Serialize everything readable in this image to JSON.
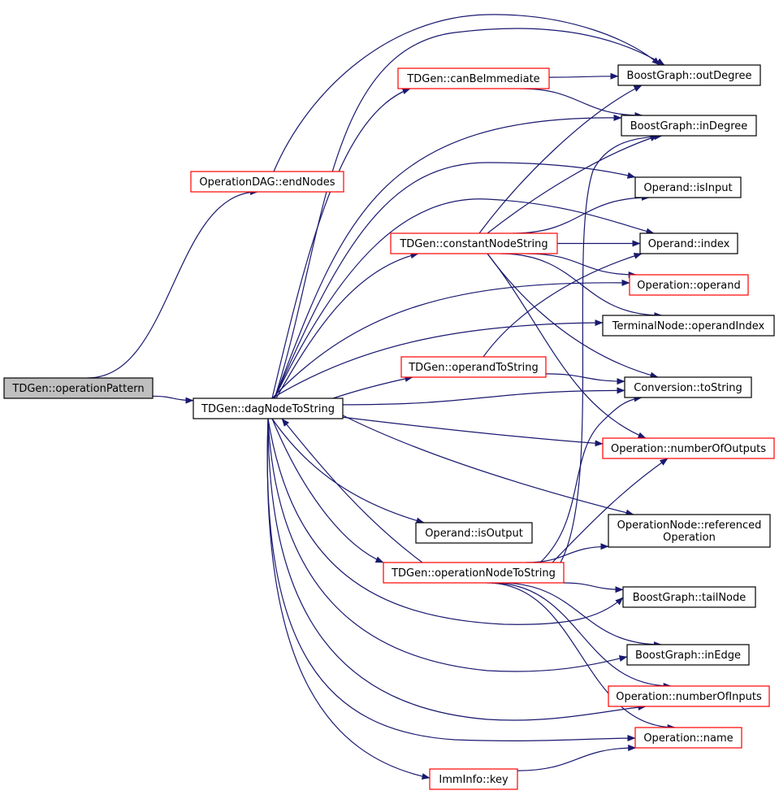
{
  "graph": {
    "colors": {
      "edge": "#191970",
      "root_fill": "#bfbfbf",
      "border_red": "#ff0000",
      "border_black": "#000000"
    },
    "nodes": [
      {
        "id": "operationPattern",
        "label": [
          "TDGen::operationPattern"
        ],
        "style": "root"
      },
      {
        "id": "endNodes",
        "label": [
          "OperationDAG::endNodes"
        ],
        "style": "red"
      },
      {
        "id": "dagNodeToString",
        "label": [
          "TDGen::dagNodeToString"
        ],
        "style": "black"
      },
      {
        "id": "canBeImmediate",
        "label": [
          "TDGen::canBeImmediate"
        ],
        "style": "red"
      },
      {
        "id": "outDegree",
        "label": [
          "BoostGraph::outDegree"
        ],
        "style": "black"
      },
      {
        "id": "inDegree",
        "label": [
          "BoostGraph::inDegree"
        ],
        "style": "black"
      },
      {
        "id": "isInput",
        "label": [
          "Operand::isInput"
        ],
        "style": "black"
      },
      {
        "id": "constantNodeString",
        "label": [
          "TDGen::constantNodeString"
        ],
        "style": "red"
      },
      {
        "id": "index",
        "label": [
          "Operand::index"
        ],
        "style": "black"
      },
      {
        "id": "operand",
        "label": [
          "Operation::operand"
        ],
        "style": "red"
      },
      {
        "id": "operandIndex",
        "label": [
          "TerminalNode::operandIndex"
        ],
        "style": "black"
      },
      {
        "id": "operandToString",
        "label": [
          "TDGen::operandToString"
        ],
        "style": "red"
      },
      {
        "id": "toString",
        "label": [
          "Conversion::toString"
        ],
        "style": "black"
      },
      {
        "id": "numberOfOutputs",
        "label": [
          "Operation::numberOfOutputs"
        ],
        "style": "red"
      },
      {
        "id": "referencedOperation",
        "label": [
          "OperationNode::referenced",
          "Operation"
        ],
        "style": "black"
      },
      {
        "id": "isOutput",
        "label": [
          "Operand::isOutput"
        ],
        "style": "black"
      },
      {
        "id": "operationNodeToString",
        "label": [
          "TDGen::operationNodeToString"
        ],
        "style": "red"
      },
      {
        "id": "tailNode",
        "label": [
          "BoostGraph::tailNode"
        ],
        "style": "black"
      },
      {
        "id": "inEdge",
        "label": [
          "BoostGraph::inEdge"
        ],
        "style": "black"
      },
      {
        "id": "numberOfInputs",
        "label": [
          "Operation::numberOfInputs"
        ],
        "style": "red"
      },
      {
        "id": "name",
        "label": [
          "Operation::name"
        ],
        "style": "red"
      },
      {
        "id": "key",
        "label": [
          "ImmInfo::key"
        ],
        "style": "red"
      }
    ],
    "edges": [
      {
        "from": "operationPattern",
        "to": "endNodes"
      },
      {
        "from": "operationPattern",
        "to": "dagNodeToString"
      },
      {
        "from": "endNodes",
        "to": "outDegree"
      },
      {
        "from": "dagNodeToString",
        "to": "canBeImmediate"
      },
      {
        "from": "dagNodeToString",
        "to": "outDegree"
      },
      {
        "from": "dagNodeToString",
        "to": "inDegree"
      },
      {
        "from": "dagNodeToString",
        "to": "isInput"
      },
      {
        "from": "dagNodeToString",
        "to": "constantNodeString"
      },
      {
        "from": "dagNodeToString",
        "to": "index"
      },
      {
        "from": "dagNodeToString",
        "to": "operand"
      },
      {
        "from": "dagNodeToString",
        "to": "operandIndex"
      },
      {
        "from": "dagNodeToString",
        "to": "operandToString"
      },
      {
        "from": "dagNodeToString",
        "to": "toString"
      },
      {
        "from": "dagNodeToString",
        "to": "numberOfOutputs"
      },
      {
        "from": "dagNodeToString",
        "to": "referencedOperation"
      },
      {
        "from": "dagNodeToString",
        "to": "isOutput"
      },
      {
        "from": "dagNodeToString",
        "to": "operationNodeToString"
      },
      {
        "from": "dagNodeToString",
        "to": "tailNode"
      },
      {
        "from": "dagNodeToString",
        "to": "inEdge"
      },
      {
        "from": "dagNodeToString",
        "to": "numberOfInputs"
      },
      {
        "from": "dagNodeToString",
        "to": "name"
      },
      {
        "from": "dagNodeToString",
        "to": "key"
      },
      {
        "from": "canBeImmediate",
        "to": "outDegree"
      },
      {
        "from": "canBeImmediate",
        "to": "inDegree"
      },
      {
        "from": "constantNodeString",
        "to": "outDegree"
      },
      {
        "from": "constantNodeString",
        "to": "inDegree"
      },
      {
        "from": "constantNodeString",
        "to": "isInput"
      },
      {
        "from": "constantNodeString",
        "to": "index"
      },
      {
        "from": "constantNodeString",
        "to": "operand"
      },
      {
        "from": "constantNodeString",
        "to": "operandIndex"
      },
      {
        "from": "constantNodeString",
        "to": "toString"
      },
      {
        "from": "constantNodeString",
        "to": "numberOfOutputs"
      },
      {
        "from": "operandToString",
        "to": "index"
      },
      {
        "from": "operandToString",
        "to": "toString"
      },
      {
        "from": "operationNodeToString",
        "to": "dagNodeToString"
      },
      {
        "from": "operationNodeToString",
        "to": "inDegree"
      },
      {
        "from": "operationNodeToString",
        "to": "toString"
      },
      {
        "from": "operationNodeToString",
        "to": "numberOfOutputs"
      },
      {
        "from": "operationNodeToString",
        "to": "referencedOperation"
      },
      {
        "from": "operationNodeToString",
        "to": "tailNode"
      },
      {
        "from": "operationNodeToString",
        "to": "inEdge"
      },
      {
        "from": "operationNodeToString",
        "to": "numberOfInputs"
      },
      {
        "from": "operationNodeToString",
        "to": "name"
      },
      {
        "from": "key",
        "to": "name"
      }
    ]
  }
}
